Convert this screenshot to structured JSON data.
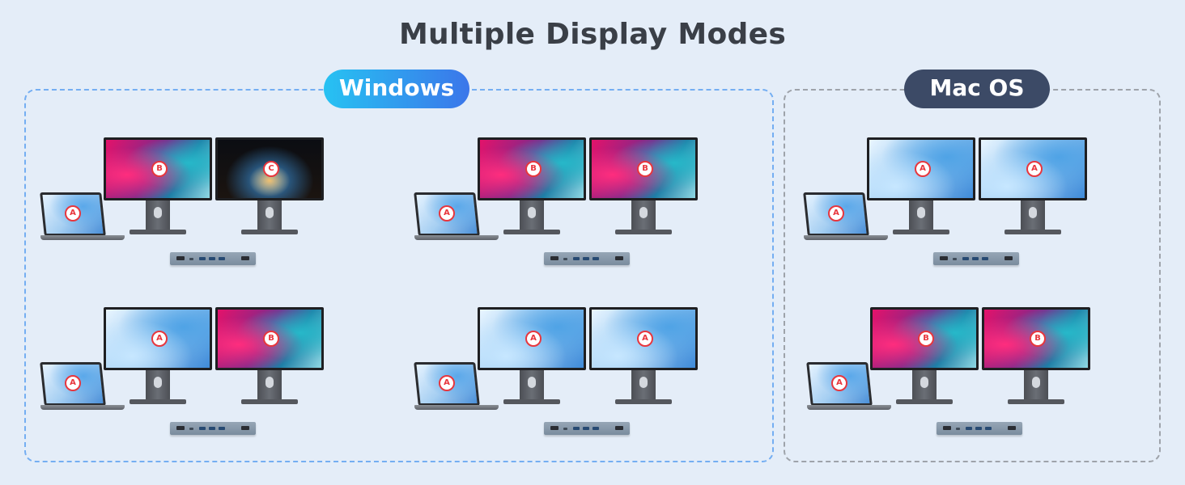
{
  "header": {
    "title": "Multiple Display Modes"
  },
  "sections": {
    "windows": {
      "label": "Windows"
    },
    "mac": {
      "label": "Mac OS"
    }
  },
  "setups": [
    {
      "group": "windows",
      "laptop": "A",
      "monitors": [
        "B",
        "C"
      ]
    },
    {
      "group": "windows",
      "laptop": "A",
      "monitors": [
        "B",
        "B"
      ]
    },
    {
      "group": "mac",
      "laptop": "A",
      "monitors": [
        "A",
        "A"
      ]
    },
    {
      "group": "windows",
      "laptop": "A",
      "monitors": [
        "A",
        "B"
      ]
    },
    {
      "group": "windows",
      "laptop": "A",
      "monitors": [
        "A",
        "A"
      ]
    },
    {
      "group": "mac",
      "laptop": "A",
      "monitors": [
        "B",
        "B"
      ]
    }
  ],
  "colors": {
    "background": "#e4edf8",
    "windows_border": "#74aef2",
    "mac_border": "#9ea3aa",
    "windows_pill": [
      "#27c2f2",
      "#3b76ea"
    ],
    "mac_pill": "#3c4a66",
    "badge_red": "#e8363d"
  }
}
